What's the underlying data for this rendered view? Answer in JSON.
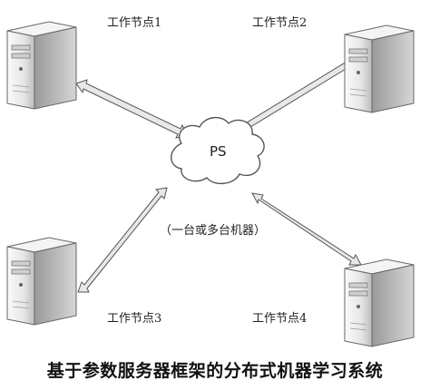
{
  "nodes": [
    {
      "id": "node1",
      "label": "工作节点1"
    },
    {
      "id": "node2",
      "label": "工作节点2"
    },
    {
      "id": "node3",
      "label": "工作节点3"
    },
    {
      "id": "node4",
      "label": "工作节点4"
    }
  ],
  "ps": {
    "label": "PS",
    "sublabel": "（一台或多台机器）"
  },
  "caption": "基于参数服务器框架的分布式机器学习系统",
  "colors": {
    "arrow_fill": "#e8e8e8",
    "arrow_stroke": "#555555",
    "server_body": "#f2f2f2"
  }
}
